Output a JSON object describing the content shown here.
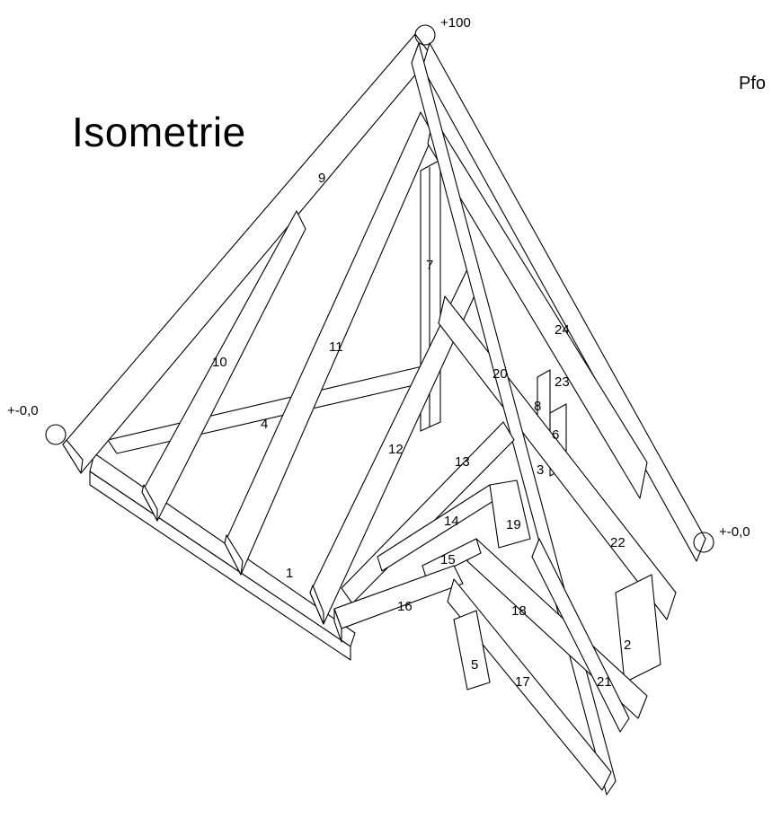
{
  "title": "Isometrie",
  "cut_label": "Pfo",
  "elevations": {
    "apex": "+100",
    "left": "+-0,0",
    "right": "+-0,0"
  },
  "members": {
    "m1": "1",
    "m2": "2",
    "m3": "3",
    "m4": "4",
    "m5": "5",
    "m6": "6",
    "m7": "7",
    "m8": "8",
    "m9": "9",
    "m10": "10",
    "m11": "11",
    "m12": "12",
    "m13": "13",
    "m14": "14",
    "m15": "15",
    "m16": "16",
    "m17": "17",
    "m18": "18",
    "m19": "19",
    "m20": "20",
    "m21": "21",
    "m22": "22",
    "m23": "23",
    "m24": "24"
  }
}
